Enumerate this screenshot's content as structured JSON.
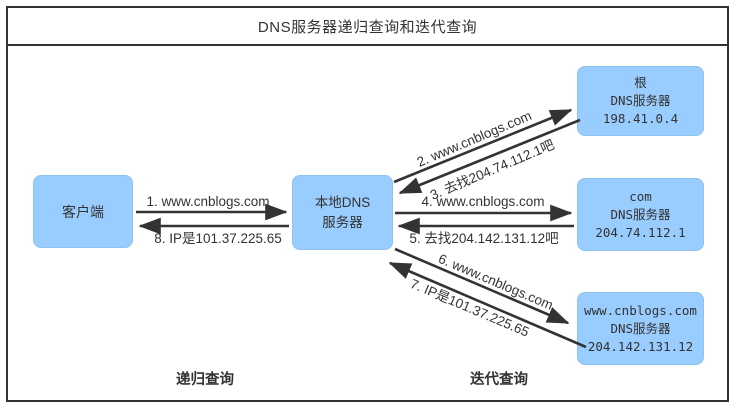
{
  "title": "DNS服务器递归查询和迭代查询",
  "colors": {
    "node_fill": "#99ccff",
    "line": "#333333",
    "frame": "#333333"
  },
  "nodes": {
    "client": {
      "label": "客户端"
    },
    "local_dns": {
      "lines": [
        "本地DNS",
        "服务器"
      ]
    },
    "root_dns": {
      "lines": [
        "根",
        "DNS服务器",
        "198.41.0.4"
      ]
    },
    "com_dns": {
      "lines": [
        "com",
        "DNS服务器",
        "204.74.112.1"
      ]
    },
    "www_dns": {
      "lines": [
        "www.cnblogs.com",
        "DNS服务器",
        "204.142.131.12"
      ]
    }
  },
  "arrows": {
    "step1": {
      "label": "1. www.cnblogs.com",
      "from": "client",
      "to": "local_dns"
    },
    "step2": {
      "label": "2. www.cnblogs.com",
      "from": "local_dns",
      "to": "root_dns"
    },
    "step3": {
      "label": "3. 去找204.74.112.1吧",
      "from": "root_dns",
      "to": "local_dns"
    },
    "step4": {
      "label": "4. www.cnblogs.com",
      "from": "local_dns",
      "to": "com_dns"
    },
    "step5": {
      "label": "5. 去找204.142.131.12吧",
      "from": "com_dns",
      "to": "local_dns"
    },
    "step6": {
      "label": "6. www.cnblogs.com",
      "from": "local_dns",
      "to": "www_dns"
    },
    "step7": {
      "label": "7. IP是101.37.225.65",
      "from": "www_dns",
      "to": "local_dns"
    },
    "step8": {
      "label": "8. IP是101.37.225.65",
      "from": "local_dns",
      "to": "client"
    }
  },
  "footer": {
    "recursive_label": "递归查询",
    "iterative_label": "迭代查询"
  }
}
